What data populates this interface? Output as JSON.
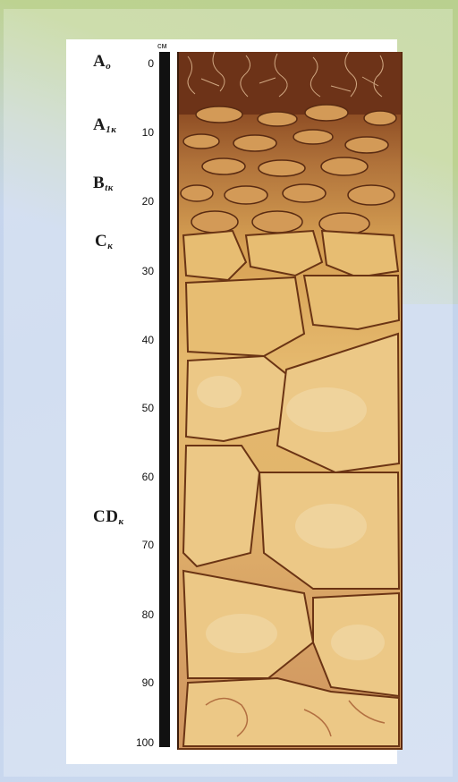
{
  "diagram": {
    "unit_label": "см",
    "depth_ticks": [
      "0",
      "10",
      "20",
      "30",
      "40",
      "50",
      "60",
      "70",
      "80",
      "90",
      "100"
    ],
    "horizons": [
      {
        "base": "A",
        "sub": "o"
      },
      {
        "base": "A",
        "sub": "1к"
      },
      {
        "base": "B",
        "sub": "tк"
      },
      {
        "base": "C",
        "sub": "к"
      },
      {
        "base": "CD",
        "sub": "к"
      }
    ]
  }
}
